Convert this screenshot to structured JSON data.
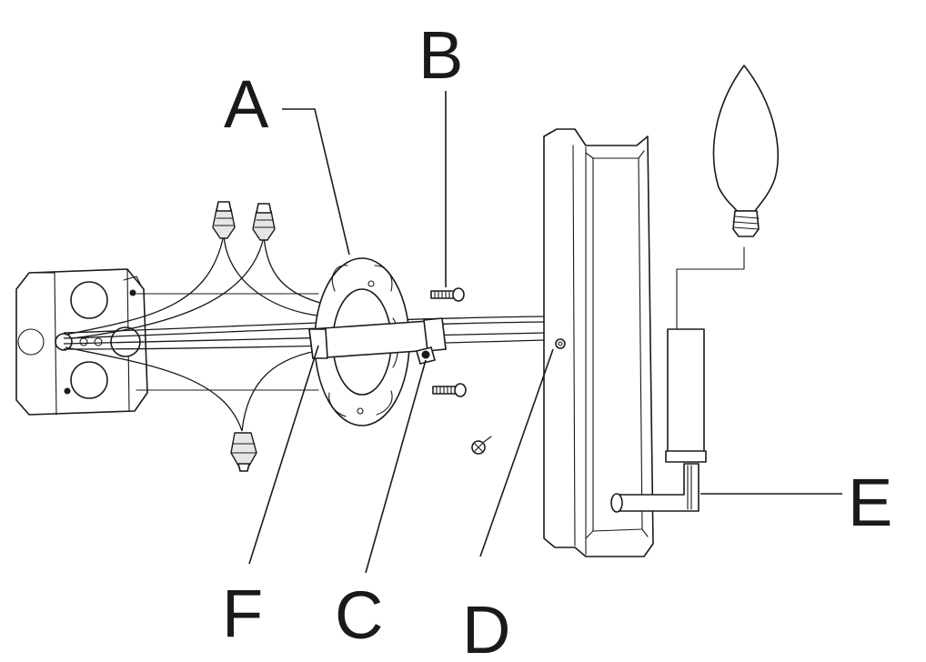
{
  "callouts": {
    "a": "A",
    "b": "B",
    "c": "C",
    "d": "D",
    "e": "E",
    "f": "F"
  },
  "colors": {
    "ink": "#1a1a1a",
    "background": "#ffffff",
    "shade": "#e6e6e6"
  }
}
